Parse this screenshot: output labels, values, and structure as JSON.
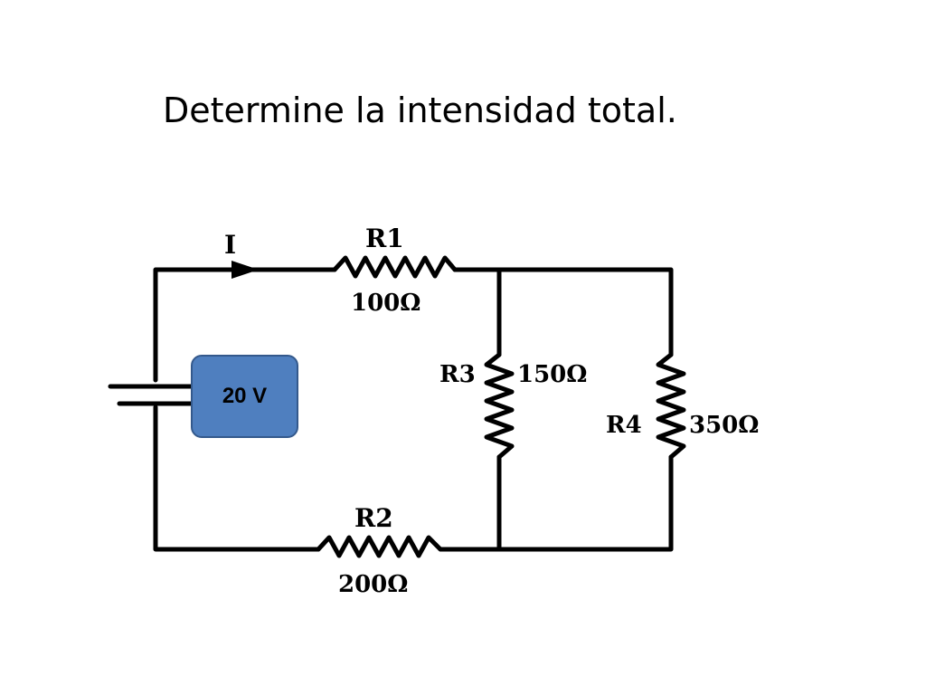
{
  "title": "Determine la intensidad total.",
  "current_label": "I",
  "source": {
    "label": "20 V",
    "box_color": "#4f7fbf"
  },
  "resistors": [
    {
      "name": "R1",
      "value": "100Ω"
    },
    {
      "name": "R2",
      "value": "200Ω"
    },
    {
      "name": "R3",
      "value": "150Ω"
    },
    {
      "name": "R4",
      "value": "350Ω"
    }
  ]
}
